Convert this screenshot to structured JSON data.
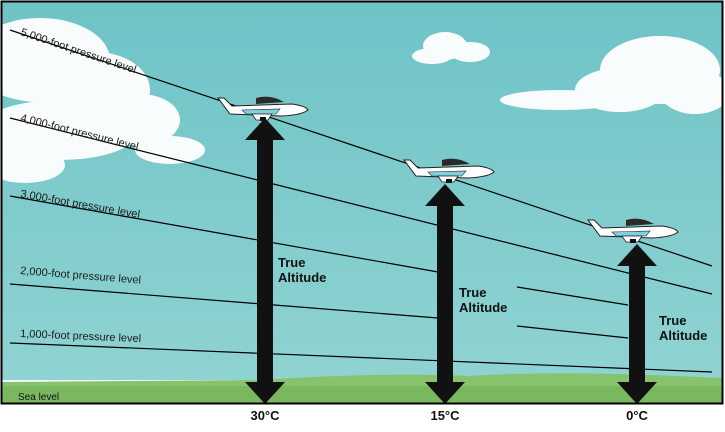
{
  "pressure_levels": [
    {
      "label": "5,000-foot pressure level"
    },
    {
      "label": "4,000-foot pressure level"
    },
    {
      "label": "3,000-foot pressure level"
    },
    {
      "label": "2,000-foot pressure level"
    },
    {
      "label": "1,000-foot pressure level"
    }
  ],
  "sea_level_label": "Sea level",
  "columns": [
    {
      "temperature": "30°C",
      "label_line1": "True",
      "label_line2": "Altitude"
    },
    {
      "temperature": "15°C",
      "label_line1": "True",
      "label_line2": "Altitude"
    },
    {
      "temperature": "0°C",
      "label_line1": "True",
      "label_line2": "Altitude"
    }
  ],
  "colors": {
    "sky": "#79c9c9",
    "ground": "#86c36c",
    "cloud": "#ffffff",
    "arrow": "#111111",
    "line": "#000000"
  }
}
